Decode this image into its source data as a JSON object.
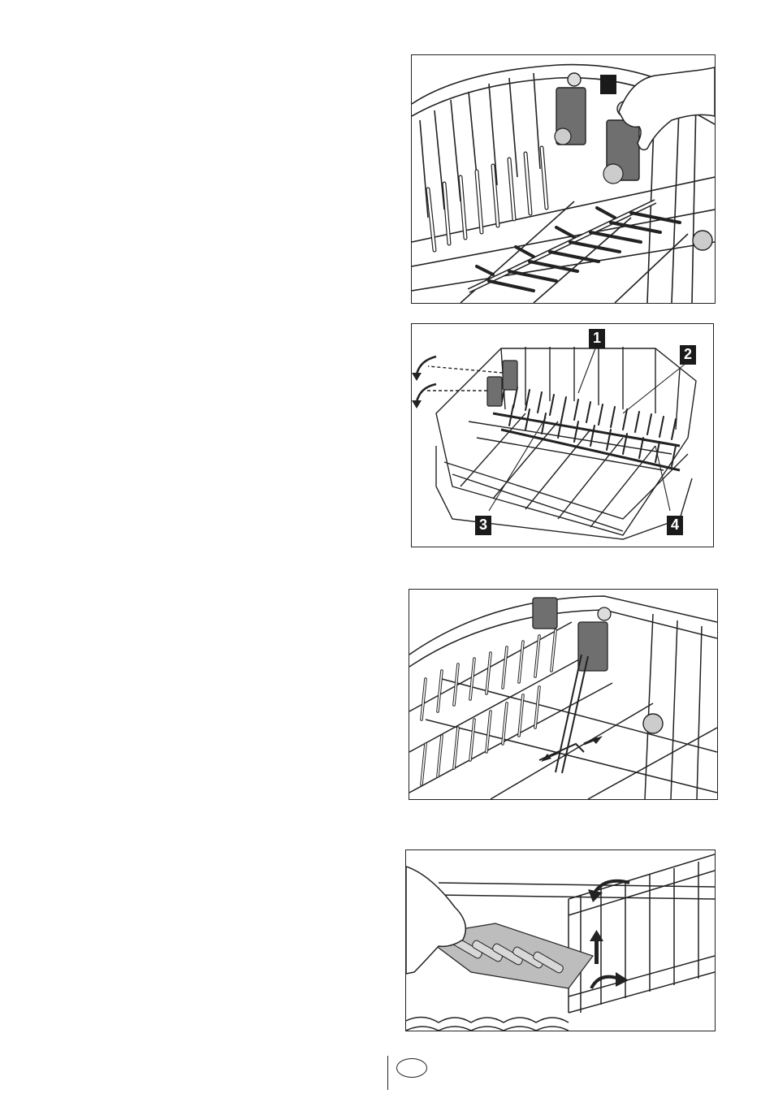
{
  "figures": [
    {
      "id": "fig1",
      "callouts": [
        ""
      ]
    },
    {
      "id": "fig2",
      "callouts": [
        "1",
        "2",
        "3",
        "4"
      ]
    },
    {
      "id": "fig3",
      "callouts": []
    },
    {
      "id": "fig4",
      "callouts": []
    }
  ],
  "footer": {
    "language_badge": ""
  },
  "colors": {
    "line": "#222222",
    "bracket_fill": "#6f6f6f",
    "callout_bg": "#1a1a1a",
    "callout_text": "#ffffff"
  }
}
